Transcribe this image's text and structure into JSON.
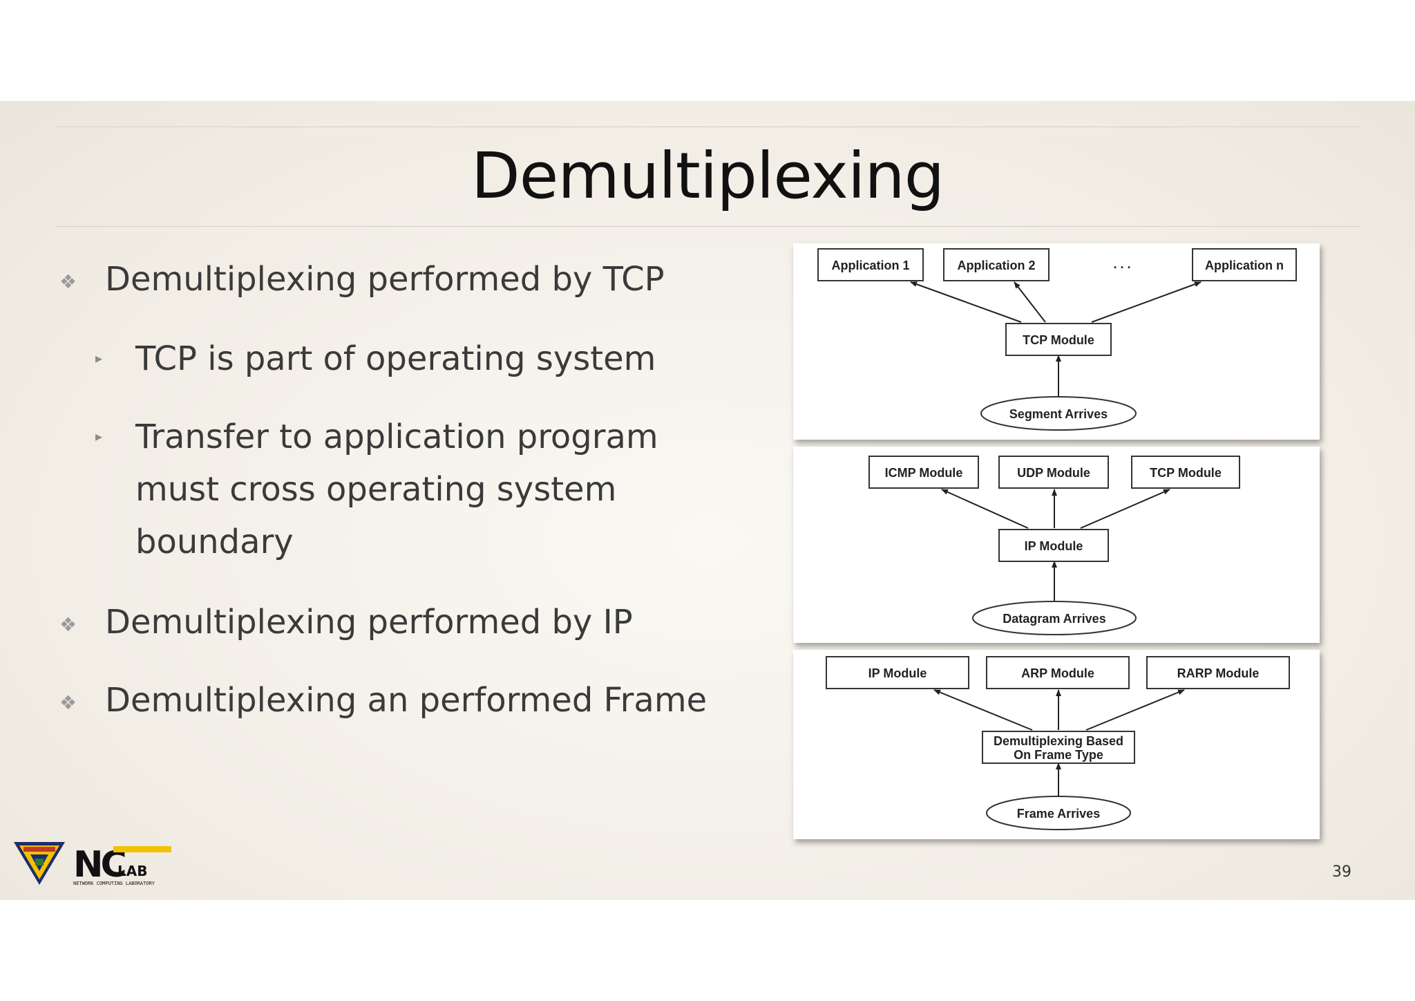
{
  "slide": {
    "title": "Demultiplexing",
    "page_number": "39",
    "bullets": [
      {
        "level": 1,
        "text": "Demultiplexing performed by TCP"
      },
      {
        "level": 2,
        "text": "TCP is part of operating system"
      },
      {
        "level": 2,
        "lines": [
          "Transfer to application program",
          "must cross operating system",
          "boundary"
        ]
      },
      {
        "level": 1,
        "text": "Demultiplexing performed by IP"
      },
      {
        "level": 1,
        "text": "Demultiplexing an performed Frame"
      }
    ]
  },
  "diagrams": {
    "tcp": {
      "app1": "Application 1",
      "app2": "Application 2",
      "dots": ". . .",
      "appn": "Application n",
      "module": "TCP Module",
      "event": "Segment Arrives"
    },
    "ip": {
      "icmp": "ICMP Module",
      "udp": "UDP Module",
      "tcp": "TCP Module",
      "module": "IP Module",
      "event": "Datagram Arrives"
    },
    "frame": {
      "ip": "IP Module",
      "arp": "ARP Module",
      "rarp": "RARP Module",
      "module_line1": "Demultiplexing Based",
      "module_line2": "On Frame Type",
      "event": "Frame Arrives"
    }
  },
  "logo": {
    "lab_letters": "NC",
    "lab_word": "LAB",
    "lab_name": "NETWORK COMPUTING LABORATORY"
  },
  "colors": {
    "slide_bg": "#f1ede5",
    "title": "#111111",
    "body_text": "#3a3a3a",
    "logo_yellow": "#f2c200",
    "logo_navy": "#1f2d6b"
  }
}
